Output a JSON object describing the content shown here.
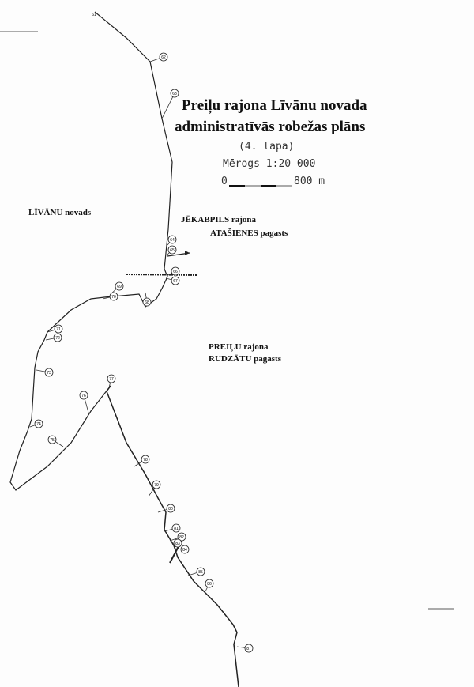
{
  "title_line1": "Preiļu rajona Līvānu novada",
  "title_line2": "administratīvās robežas plāns",
  "sheet": "(4. lapa)",
  "scale": "Mērogs 1:20 000",
  "scalebar": {
    "start": "0",
    "end": "800 m"
  },
  "regions": {
    "livanu": "LĪVĀNU novads",
    "jekabpils_1": "JĒKABPILS rajona",
    "jekabpils_2": "ATAŠIENES  pagasts",
    "preilu_1": "PREIĻU rajona",
    "preilu_2": "RUDZĀTU  pagasts"
  },
  "points": [
    "61",
    "62",
    "63",
    "64",
    "65",
    "66",
    "67",
    "68",
    "69",
    "70",
    "71",
    "72",
    "73",
    "74",
    "75",
    "76",
    "77",
    "78",
    "79",
    "80",
    "81",
    "82",
    "83",
    "84",
    "85",
    "86",
    "87"
  ]
}
